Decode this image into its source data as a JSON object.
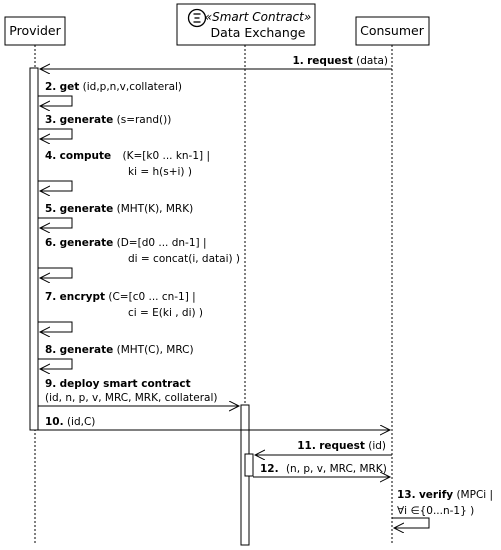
{
  "participants": {
    "provider": "Provider",
    "contract_stereotype": "«Smart Contract»",
    "contract_name": "Data Exchange",
    "consumer": "Consumer"
  },
  "messages": [
    {
      "num": "1.",
      "op": "request",
      "args": "(data)"
    },
    {
      "num": "2.",
      "op": "get",
      "args": "(id,p,n,v,collateral)"
    },
    {
      "num": "3.",
      "op": "generate",
      "args": "(s=rand())"
    },
    {
      "num": "4.",
      "op": "compute",
      "args": "(K=[k0 ... kn-1] |",
      "args2": "ki = h(s+i) )"
    },
    {
      "num": "5.",
      "op": "generate",
      "args": "(MHT(K), MRK)"
    },
    {
      "num": "6.",
      "op": "generate",
      "args": "(D=[d0 ... dn-1] |",
      "args2": "di = concat(i, datai) )"
    },
    {
      "num": "7.",
      "op": "encrypt",
      "args": "(C=[c0 ... cn-1] |",
      "args2": "ci = E(ki , di) )"
    },
    {
      "num": "8.",
      "op": "generate",
      "args": "(MHT(C), MRC)"
    },
    {
      "num": "9.",
      "op": "deploy smart contract",
      "args": "",
      "args2": "(id, n, p, v, MRC, MRK, collateral)"
    },
    {
      "num": "10.",
      "op": "",
      "args": "(id,C)"
    },
    {
      "num": "11.",
      "op": "request",
      "args": "(id)"
    },
    {
      "num": "12.",
      "op": "",
      "args": "(n, p, v, MRC, MRK)"
    },
    {
      "num": "13.",
      "op": "verify",
      "args": "(MPCi |",
      "args2": "∀i ∈{0...n-1} )"
    }
  ]
}
